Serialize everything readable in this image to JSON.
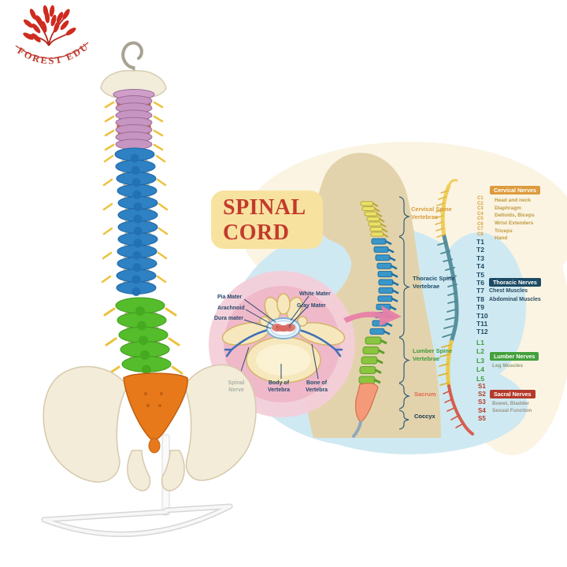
{
  "brand": {
    "name": "FOREST EDU."
  },
  "title": {
    "line1": "SPINAL",
    "line2": "CORD"
  },
  "cross_section": {
    "pia_mater": "Pia Mater",
    "arachnoid": "Arachnoid",
    "dura_mater": "Dura mater",
    "white_mater": "White Mater",
    "gray_mater": "Gray Mater",
    "spinal_nerve": "Spinal Nerve",
    "body_of_vertebra": "Body of Vertebra",
    "bone_of_vertebra": "Bone of Vertebra"
  },
  "spine_regions": {
    "cervical": {
      "label": "Cervical Spine Vertebrae",
      "color": "#d79c3a"
    },
    "thoracic": {
      "label": "Thoracic Spine Vertebrae",
      "color": "#1d4a63"
    },
    "lumbar": {
      "label": "Lumber Spine Vertebrae",
      "color": "#3f9a3b"
    },
    "sacrum": {
      "label": "Sacrum",
      "color": "#e2694f"
    },
    "coccyx": {
      "label": "Coccyx",
      "color": "#13324e"
    }
  },
  "nerve_chart": {
    "cervical": {
      "header": "Cervical Nerves",
      "color": "#dd9b3d",
      "levels": [
        "C1",
        "C2",
        "C3",
        "C4",
        "C5",
        "C6",
        "C7",
        "C8"
      ],
      "functions": [
        "Head and neck",
        "Diaphragm",
        "Deltoids, Biceps",
        "Wrist Extenders",
        "Triceps",
        "Hand"
      ]
    },
    "thoracic": {
      "header": "Thoracic Nerves",
      "color": "#1d4a63",
      "levels": [
        "T1",
        "T2",
        "T3",
        "T4",
        "T5",
        "T6",
        "T7",
        "T8",
        "T9",
        "T10",
        "T11",
        "T12"
      ],
      "functions": [
        "Chest Muscles",
        "Abdominal Muscles"
      ]
    },
    "lumbar": {
      "header": "Lumber Nerves",
      "color": "#44a03c",
      "levels": [
        "L1",
        "L2",
        "L3",
        "L4",
        "L5"
      ],
      "functions": [
        "Leg Muscles"
      ]
    },
    "sacral": {
      "header": "Sacral Nerves",
      "color": "#b43a2a",
      "levels": [
        "S1",
        "S2",
        "S3",
        "S4",
        "S5"
      ],
      "functions": [
        "Bowel, Bladder",
        "Sexual Function"
      ]
    }
  },
  "model": {
    "part_colors": {
      "cervical_vertebrae": "#c795c2",
      "thoracic_vertebrae": "#2e81c3",
      "lumbar_vertebrae": "#55bd2b",
      "sacrum": "#e8791b",
      "pelvis": "#f3ecd9",
      "nerve_roots": "#ecc23f"
    }
  }
}
